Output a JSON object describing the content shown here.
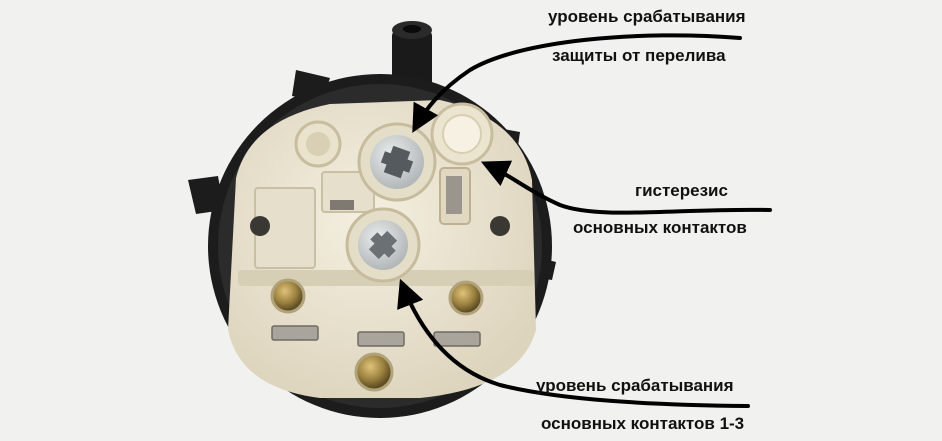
{
  "labels": {
    "overflow_protection": {
      "line1": "уровень срабатывания",
      "line2": "защиты от перелива"
    },
    "hysteresis": {
      "line1": "гистерезис",
      "line2": "основных контактов"
    },
    "main_contacts_level": {
      "line1": "уровень срабатывания",
      "line2": "основных контактов 1-3"
    }
  },
  "colors": {
    "background": "#f1f1ef",
    "housing_ring": "#1c1c1c",
    "plastic_body": "#ece6d4",
    "screw_cap": "#cfd2d3",
    "terminal_metal": "#a9a59d",
    "led_amber": "#9c8240",
    "label_text": "#111111",
    "arrow": "#000000"
  }
}
